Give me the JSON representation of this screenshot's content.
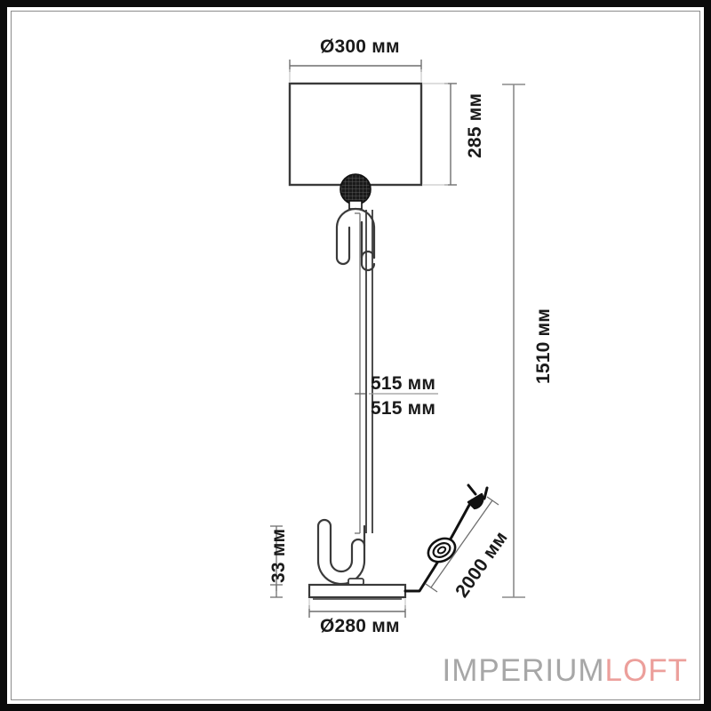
{
  "image": {
    "type": "technical-dimension-drawing",
    "subject": "floor-lamp",
    "background_color": "#ffffff",
    "line_color": "#1a1a1a",
    "frame": {
      "outer_color": "#0a0a0a",
      "inner_color": "#8d8d8d"
    }
  },
  "dimensions": {
    "shade_diameter": {
      "label": "Ø300 мм",
      "value": 300,
      "unit": "мм",
      "orientation": "horizontal",
      "location": "top"
    },
    "shade_height": {
      "label": "285 мм",
      "value": 285,
      "unit": "мм",
      "orientation": "vertical",
      "location": "right-of-shade"
    },
    "total_height": {
      "label": "1510 мм",
      "value": 1510,
      "unit": "мм",
      "orientation": "vertical",
      "location": "far-right"
    },
    "stem_upper": {
      "label": "515 мм",
      "value": 515,
      "unit": "мм",
      "orientation": "horizontal",
      "location": "stem-middle-upper"
    },
    "stem_lower": {
      "label": "515 мм",
      "value": 515,
      "unit": "мм",
      "orientation": "horizontal",
      "location": "stem-middle-lower"
    },
    "base_height": {
      "label": "33 мм",
      "value": 33,
      "unit": "мм",
      "orientation": "vertical",
      "location": "left-of-base"
    },
    "base_diameter": {
      "label": "Ø280 мм",
      "value": 280,
      "unit": "мм",
      "orientation": "horizontal",
      "location": "bottom"
    },
    "cord_length": {
      "label": "2000 мм",
      "value": 2000,
      "unit": "мм",
      "orientation": "diagonal",
      "location": "right-of-cord"
    }
  },
  "watermark": {
    "part1": "IMPERIUM",
    "part2": "LOFT",
    "part1_color": "#a7a7a7",
    "part2_color": "#ec9f9b"
  }
}
